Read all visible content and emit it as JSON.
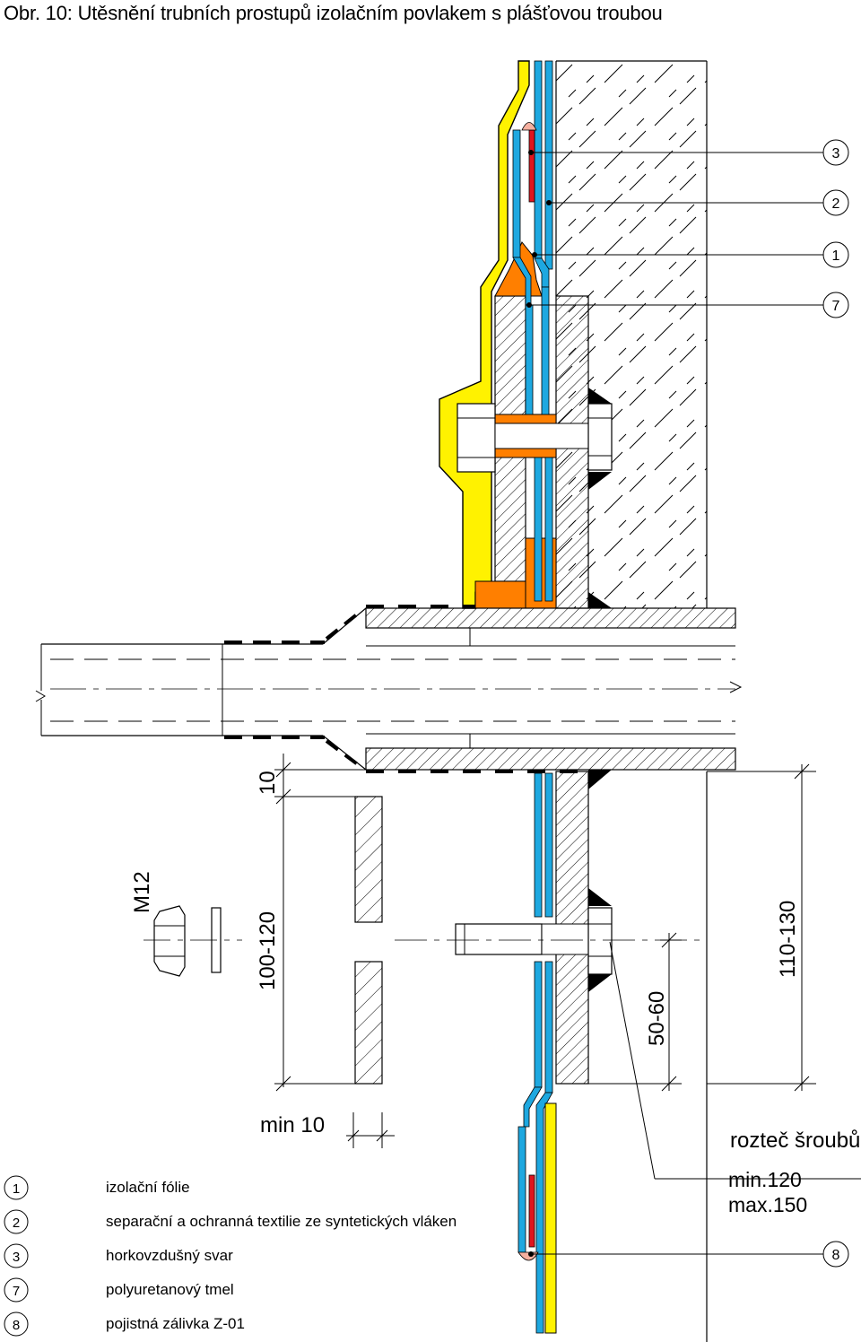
{
  "title": "Obr. 10:   Utěsnění trubních prostupů izolačním povlakem s plášťovou troubou",
  "callouts": [
    "3",
    "2",
    "1",
    "7",
    "8"
  ],
  "dimensions": {
    "thread": "M12",
    "flange_gap": "10",
    "flange_width": "100-120",
    "anchor_depth": "50-60",
    "sleeve_depth": "110-130",
    "min_gap": "min 10"
  },
  "bolt_spacing": {
    "label": "rozteč šroubů",
    "min": "min.120",
    "max": "max.150"
  },
  "legend": [
    {
      "num": "1",
      "text": "izolační fólie"
    },
    {
      "num": "2",
      "text": "separační a ochranná textilie ze syntetických vláken"
    },
    {
      "num": "3",
      "text": "horkovzdušný svar"
    },
    {
      "num": "7",
      "text": "polyuretanový tmel"
    },
    {
      "num": "8",
      "text": "pojistná zálivka Z-01"
    }
  ],
  "colors": {
    "foil_blue": "#1ea8e0",
    "weld_red": "#e0141e",
    "sealant_orange": "#ff7f00",
    "grout_yellow": "#fff200",
    "weld_pink": "#f5b0a0",
    "line": "#000000"
  }
}
